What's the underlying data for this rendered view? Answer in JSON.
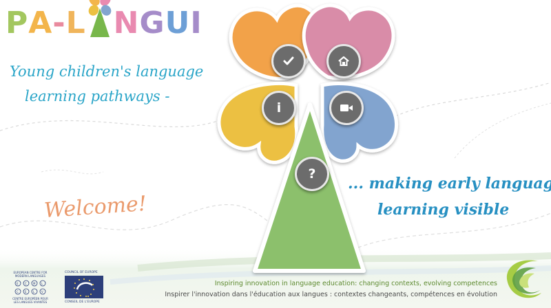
{
  "logo": {
    "text": "PA-LINGUI",
    "part1": "PA-L",
    "part2": "NGUI",
    "colors": {
      "p": "#a3c75f",
      "a": "#f3b54b",
      "dash": "#e98a9e",
      "l": "#f0b55b",
      "i_triangle": "#78b74b",
      "n": "#e98ab0",
      "g": "#a58cc9",
      "u": "#6d9fd6",
      "last_i": "#a58cc9"
    }
  },
  "tagline": {
    "line1": "Young children's language",
    "line2": "learning pathways -"
  },
  "welcome": "Welcome!",
  "visible": {
    "line1": "... making early language",
    "line2": "learning visible"
  },
  "petals": {
    "top_left_color": "#f2a24a",
    "top_right_color": "#d98ca8",
    "bottom_left_color": "#ecc042",
    "bottom_right_color": "#82a4cf",
    "stem_color": "#8cc06c"
  },
  "buttons": {
    "check": {
      "icon": "check-icon"
    },
    "home": {
      "icon": "home-icon"
    },
    "info": {
      "icon": "info-icon",
      "glyph": "i"
    },
    "video": {
      "icon": "video-camera-icon"
    },
    "help": {
      "icon": "question-icon",
      "glyph": "?"
    }
  },
  "footer": {
    "ecml_lines": [
      "EUROPEAN CENTRE FOR",
      "MODERN LANGUAGES",
      "CENTRE EUROPÉEN POUR",
      "LES LANGUES VIVANTES"
    ],
    "ecml_letters": [
      "E",
      "C",
      "M",
      "L",
      "C",
      "E",
      "L",
      "V"
    ],
    "coe_top": "COUNCIL OF EUROPE",
    "coe_bottom": "CONSEIL DE L'EUROPE",
    "slogan_en": "Inspiring innovation in language education: changing contexts, evolving competences",
    "slogan_fr": "Inspirer l'innovation dans l'éducation aux langues : contextes changeants, compétences en évolution"
  }
}
